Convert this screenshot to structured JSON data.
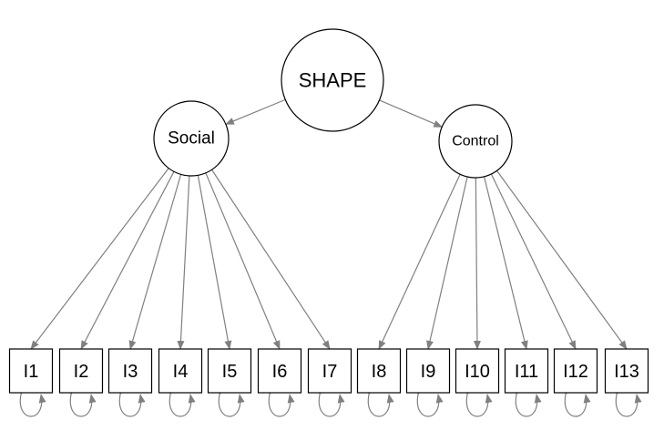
{
  "latents": [
    {
      "id": "SHAPE",
      "label": "SHAPE"
    },
    {
      "id": "Social",
      "label": "Social"
    },
    {
      "id": "Control",
      "label": "Control"
    }
  ],
  "indicators": [
    {
      "id": "I1",
      "label": "I1",
      "factor": "Social"
    },
    {
      "id": "I2",
      "label": "I2",
      "factor": "Social"
    },
    {
      "id": "I3",
      "label": "I3",
      "factor": "Social"
    },
    {
      "id": "I4",
      "label": "I4",
      "factor": "Social"
    },
    {
      "id": "I5",
      "label": "I5",
      "factor": "Social"
    },
    {
      "id": "I6",
      "label": "I6",
      "factor": "Social"
    },
    {
      "id": "I7",
      "label": "I7",
      "factor": "Social"
    },
    {
      "id": "I8",
      "label": "I8",
      "factor": "Control"
    },
    {
      "id": "I9",
      "label": "I9",
      "factor": "Control"
    },
    {
      "id": "I10",
      "label": "I10",
      "factor": "Control"
    },
    {
      "id": "I11",
      "label": "I11",
      "factor": "Control"
    },
    {
      "id": "I12",
      "label": "I12",
      "factor": "Control"
    },
    {
      "id": "I13",
      "label": "I13",
      "factor": "Control"
    }
  ],
  "structural_paths": [
    {
      "from": "SHAPE",
      "to": "Social"
    },
    {
      "from": "SHAPE",
      "to": "Control"
    }
  ],
  "colors": {
    "node_stroke": "#000000",
    "path": "#808080",
    "background": "#ffffff"
  }
}
